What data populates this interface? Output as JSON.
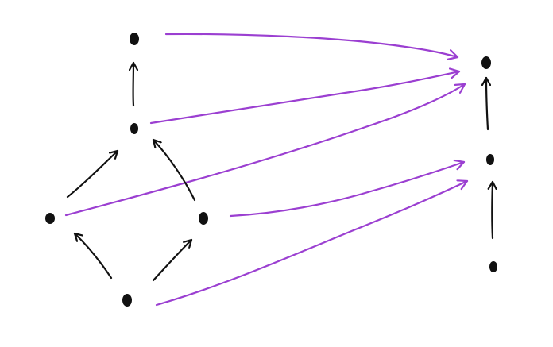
{
  "diagram": {
    "colors": {
      "node": "#111111",
      "internal_arrow": "#111111",
      "mapping_arrow": "#9b3fd1",
      "background": "#ffffff"
    },
    "left_poset": {
      "nodes": [
        "top",
        "upper-middle",
        "left",
        "right",
        "bottom"
      ],
      "arrows": [
        {
          "from": "upper-middle",
          "to": "top"
        },
        {
          "from": "left",
          "to": "upper-middle"
        },
        {
          "from": "right",
          "to": "upper-middle"
        },
        {
          "from": "bottom",
          "to": "left"
        },
        {
          "from": "bottom",
          "to": "right"
        }
      ]
    },
    "right_chain": {
      "nodes": [
        "top",
        "middle",
        "bottom"
      ],
      "arrows": [
        {
          "from": "middle",
          "to": "top"
        },
        {
          "from": "bottom",
          "to": "middle"
        }
      ]
    },
    "mapping": [
      {
        "from": "top",
        "to": "top"
      },
      {
        "from": "upper-middle",
        "to": "top"
      },
      {
        "from": "left",
        "to": "top"
      },
      {
        "from": "right",
        "to": "middle"
      },
      {
        "from": "bottom",
        "to": "middle"
      }
    ]
  }
}
